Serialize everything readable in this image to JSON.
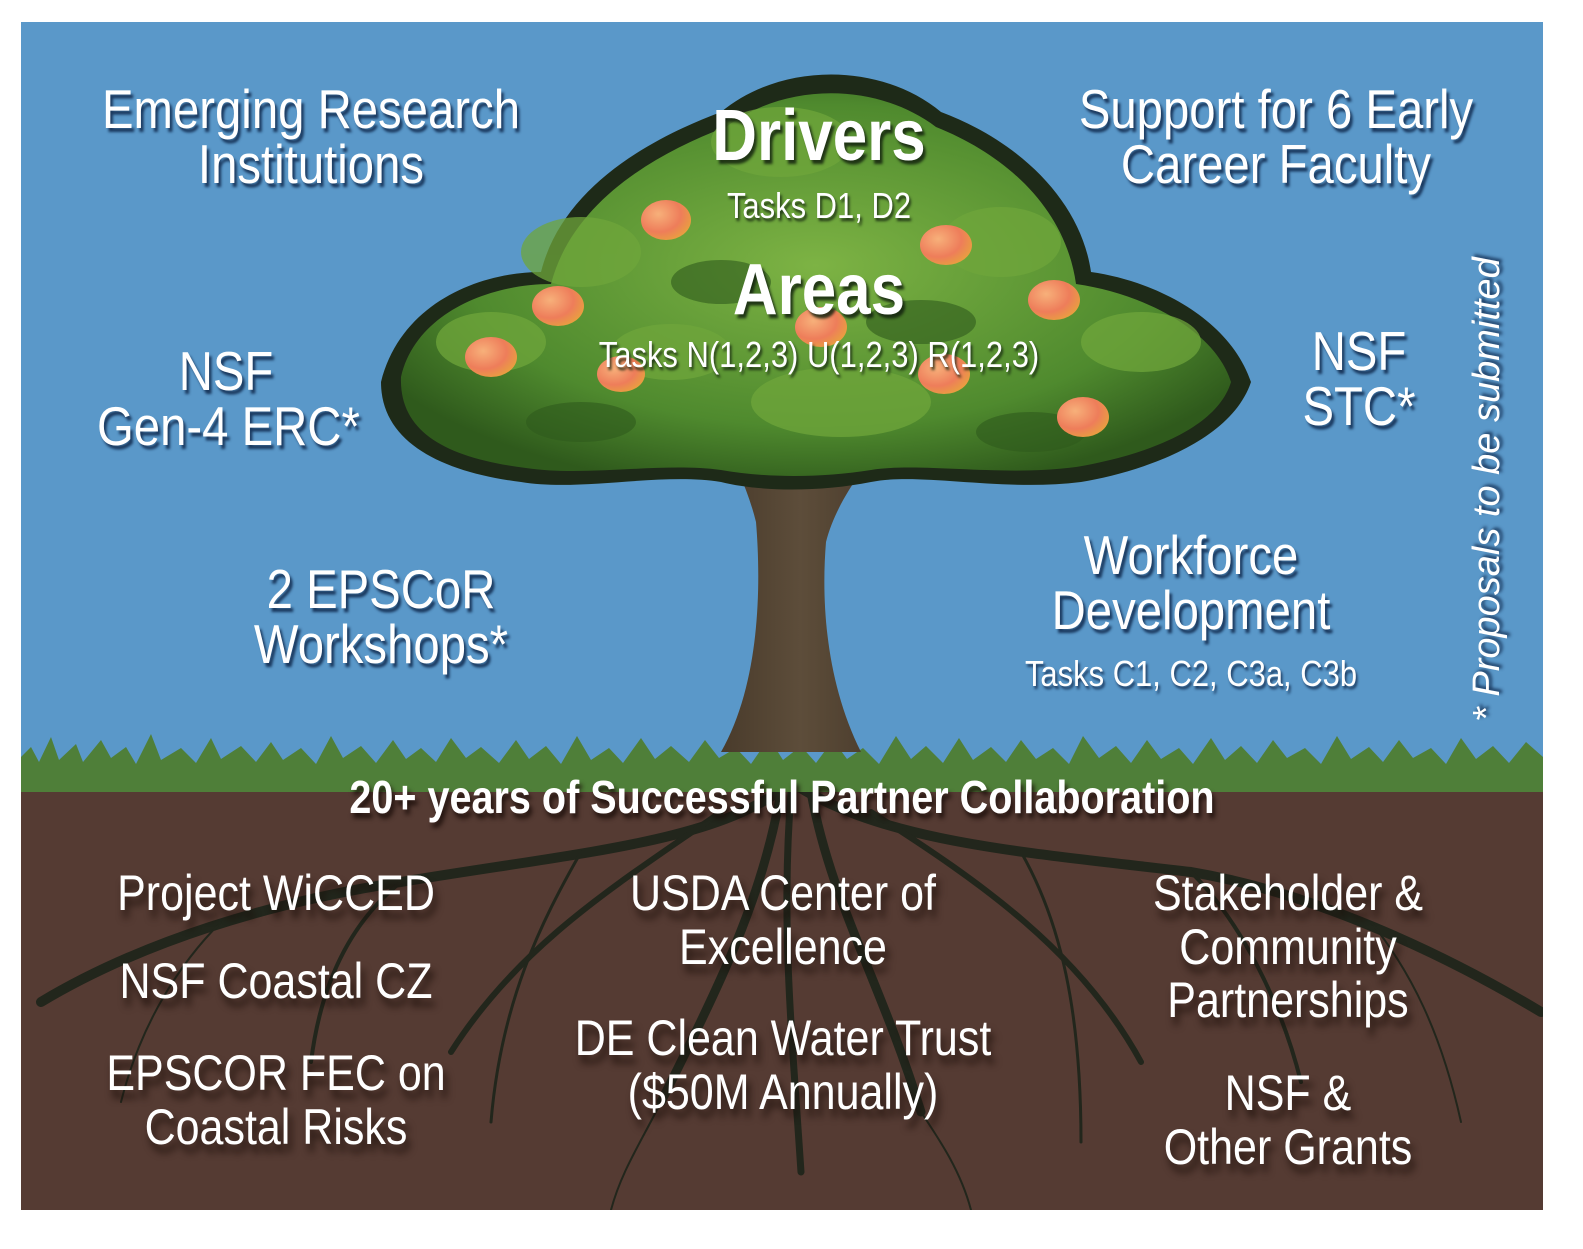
{
  "diagram": {
    "type": "tree-metaphor",
    "colors": {
      "sky": "#5a98c9",
      "soil": "#553b33",
      "grass": "#4f7f39",
      "leaf_light": "#6fa63b",
      "leaf_dark": "#1e2a18",
      "trunk": "#5a4a38",
      "fruit": "#f08a62",
      "roots": "#22261c",
      "text": "#ffffff"
    },
    "canopy": {
      "drivers": {
        "title": "Drivers",
        "tasks": "Tasks D1, D2"
      },
      "areas": {
        "title": "Areas",
        "tasks": "Tasks N(1,2,3) U(1,2,3) R(1,2,3)"
      }
    },
    "sky_labels": {
      "emerging": [
        "Emerging Research",
        "Institutions"
      ],
      "support": [
        "Support for 6 Early",
        "Career Faculty"
      ],
      "nsf_erc": [
        "NSF",
        "Gen-4 ERC*"
      ],
      "nsf_stc": [
        "NSF",
        "STC*"
      ],
      "epscor": [
        "2 EPSCoR",
        "Workshops*"
      ],
      "workforce": {
        "lines": [
          "Workforce",
          "Development"
        ],
        "tasks": "Tasks C1, C2, C3a, C3b"
      }
    },
    "footnote": "* Proposals to be submitted",
    "ground_heading": "20+ years of Successful Partner Collaboration",
    "roots": {
      "left": [
        {
          "lines": [
            "Project WiCCED"
          ]
        },
        {
          "lines": [
            "NSF Coastal CZ"
          ]
        },
        {
          "lines": [
            "EPSCOR FEC on",
            "Coastal Risks"
          ]
        }
      ],
      "center": [
        {
          "lines": [
            "USDA Center of",
            "Excellence"
          ]
        },
        {
          "lines": [
            "DE Clean Water Trust",
            "($50M Annually)"
          ]
        }
      ],
      "right": [
        {
          "lines": [
            "Stakeholder &",
            "Community",
            "Partnerships"
          ]
        },
        {
          "lines": [
            "NSF &",
            "Other Grants"
          ]
        }
      ]
    }
  }
}
